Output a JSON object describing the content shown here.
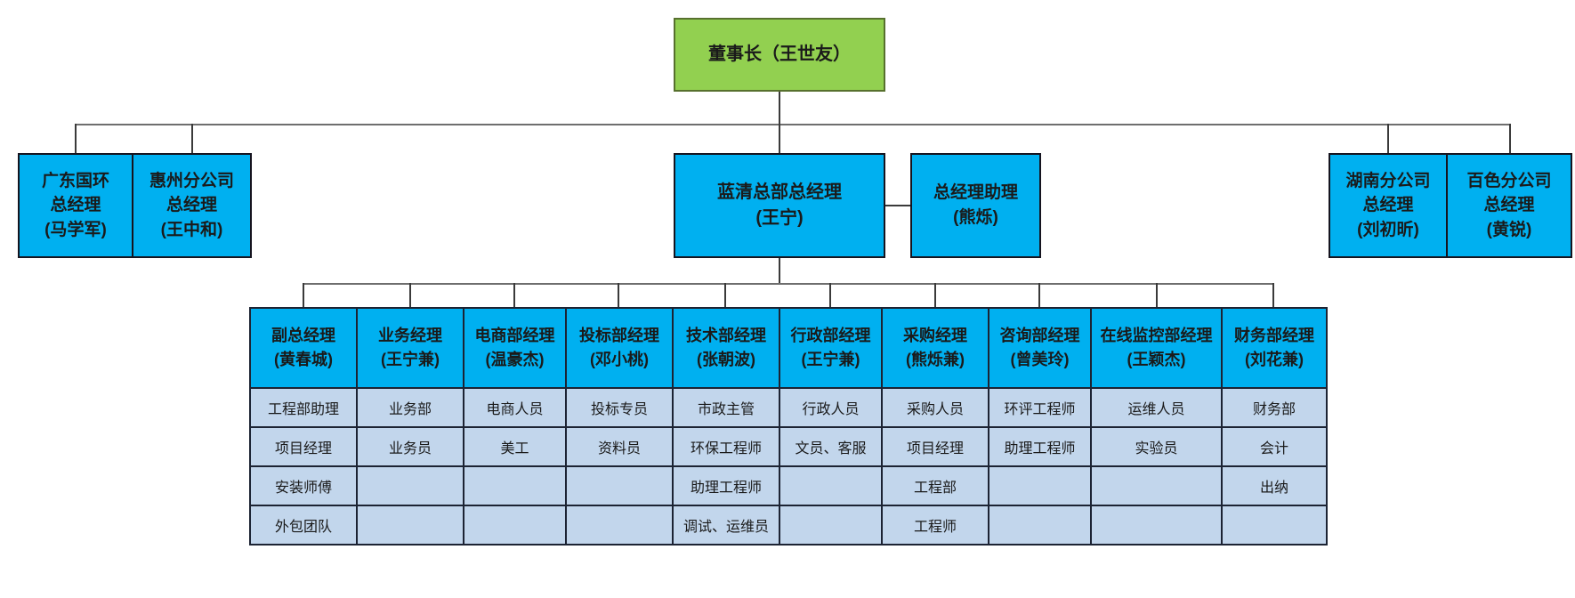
{
  "palette": {
    "node_blue": "#00B0F0",
    "cell_light_blue": "#C2D6EC",
    "chairman_green": "#92D050",
    "line_gray": "#6e6e6e"
  },
  "chairman": {
    "label": "董事长（王世友）"
  },
  "level2": {
    "guangdong": {
      "label": "广东国环\n总经理\n(马学军)"
    },
    "huizhou": {
      "label": "惠州分公司\n总经理\n(王中和)"
    },
    "hq": {
      "label": "蓝清总部总经理\n(王宁)"
    },
    "assistant": {
      "label": "总经理助理\n(熊烁)"
    },
    "hunan": {
      "label": "湖南分公司\n总经理\n(刘初昕)"
    },
    "baise": {
      "label": "百色分公司\n总经理\n(黄锐)"
    }
  },
  "departments": [
    {
      "head": "副总经理\n(黄春城)",
      "roles": [
        "工程部助理",
        "项目经理",
        "安装师傅",
        "外包团队"
      ]
    },
    {
      "head": "业务经理\n(王宁兼)",
      "roles": [
        "业务部",
        "业务员",
        "",
        ""
      ]
    },
    {
      "head": "电商部经理\n(温豪杰)",
      "roles": [
        "电商人员",
        "美工",
        "",
        ""
      ]
    },
    {
      "head": "投标部经理\n(邓小桃)",
      "roles": [
        "投标专员",
        "资料员",
        "",
        ""
      ]
    },
    {
      "head": "技术部经理\n(张朝波)",
      "roles": [
        "市政主管",
        "环保工程师",
        "助理工程师",
        "调试、运维员"
      ]
    },
    {
      "head": "行政部经理\n(王宁兼)",
      "roles": [
        "行政人员",
        "文员、客服",
        "",
        ""
      ]
    },
    {
      "head": "采购经理\n(熊烁兼)",
      "roles": [
        "采购人员",
        "项目经理",
        "工程部",
        "工程师"
      ]
    },
    {
      "head": "咨询部经理\n(曾美玲)",
      "roles": [
        "环评工程师",
        "助理工程师",
        "",
        ""
      ]
    },
    {
      "head": "在线监控部经理\n(王颖杰)",
      "roles": [
        "运维人员",
        "实验员",
        "",
        ""
      ]
    },
    {
      "head": "财务部经理\n(刘花兼)",
      "roles": [
        "财务部",
        "会计",
        "出纳",
        ""
      ]
    }
  ]
}
